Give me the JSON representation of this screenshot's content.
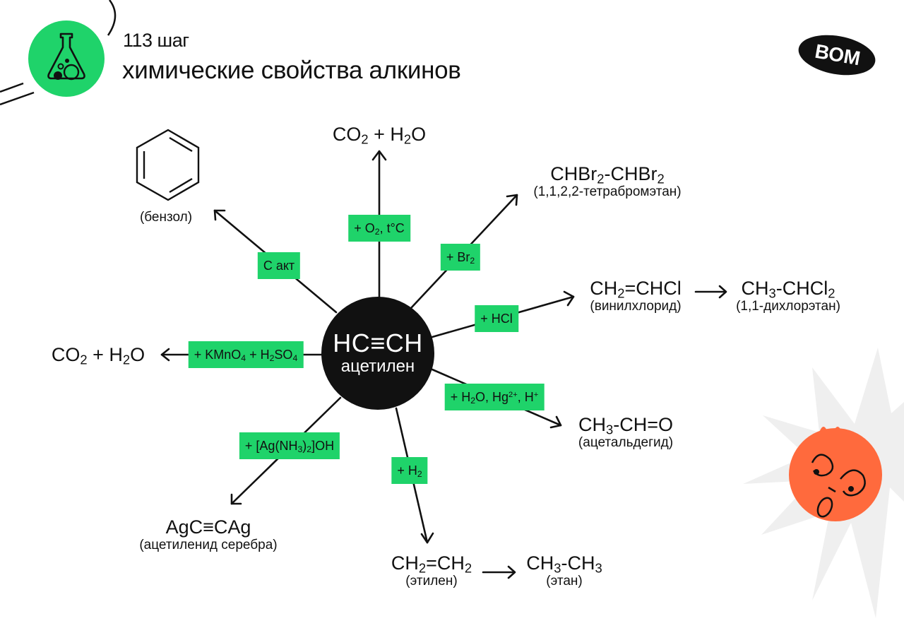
{
  "header": {
    "step": "113 шаг",
    "title": "химические свойства алкинов",
    "icon": "flask-icon",
    "brand_logo": "ВОМ"
  },
  "colors": {
    "accent_green": "#1fd36a",
    "center_fill": "#111111",
    "mascot_orange": "#ff6a3d",
    "burst_gray": "#efefef",
    "line": "#111111"
  },
  "center": {
    "formula": "HC≡CH",
    "name": "ацетилен"
  },
  "reactions": [
    {
      "id": "combustion",
      "reagent_parts": [
        "+ O",
        {
          "sub": "2"
        },
        ", t°C"
      ],
      "product_parts": [
        "CO",
        {
          "sub": "2"
        },
        " + H",
        {
          "sub": "2"
        },
        "O"
      ],
      "product_name": ""
    },
    {
      "id": "bromination",
      "reagent_parts": [
        "+ Br",
        {
          "sub": "2"
        }
      ],
      "product_parts": [
        "CHBr",
        {
          "sub": "2"
        },
        "-CHBr",
        {
          "sub": "2"
        }
      ],
      "product_name": "(1,1,2,2-тетрабромэтан)"
    },
    {
      "id": "hydrochlorination",
      "reagent_parts": [
        "+ HCl"
      ],
      "product_parts": [
        "CH",
        {
          "sub": "2"
        },
        "=CHCl"
      ],
      "product_name": "(винилхлорид)",
      "next": {
        "product_parts": [
          "CH",
          {
            "sub": "3"
          },
          "-CHCl",
          {
            "sub": "2"
          }
        ],
        "product_name": "(1,1-дихлорэтан)"
      }
    },
    {
      "id": "kucherov",
      "reagent_parts": [
        "+ H",
        {
          "sub": "2"
        },
        "O, Hg",
        {
          "sup": "2+"
        },
        ", H",
        {
          "sup": "+"
        }
      ],
      "product_parts": [
        "CH",
        {
          "sub": "3"
        },
        "-CH=O"
      ],
      "product_name": "(ацетальдегид)"
    },
    {
      "id": "hydrogenation",
      "reagent_parts": [
        "+ H",
        {
          "sub": "2"
        }
      ],
      "product_parts": [
        "CH",
        {
          "sub": "2"
        },
        "=CH",
        {
          "sub": "2"
        }
      ],
      "product_name": "(этилен)",
      "next": {
        "product_parts": [
          "CH",
          {
            "sub": "3"
          },
          "-CH",
          {
            "sub": "3"
          }
        ],
        "product_name": "(этан)"
      }
    },
    {
      "id": "silver",
      "reagent_parts": [
        "+ [Ag(NH",
        {
          "sub": "3"
        },
        ")",
        {
          "sub": "2"
        },
        "]OH"
      ],
      "product_parts": [
        "AgC≡CAg"
      ],
      "product_name": "(ацетиленид серебра)"
    },
    {
      "id": "oxidation",
      "reagent_parts": [
        "+ KMnO",
        {
          "sub": "4"
        },
        " + H",
        {
          "sub": "2"
        },
        "SO",
        {
          "sub": "4"
        }
      ],
      "product_parts": [
        "CO",
        {
          "sub": "2"
        },
        " + H",
        {
          "sub": "2"
        },
        "O"
      ],
      "product_name": ""
    },
    {
      "id": "trimerization",
      "reagent_parts": [
        "C акт"
      ],
      "product_parts": [],
      "product_name": "(бензол)",
      "product_icon": "benzene-ring-icon"
    }
  ]
}
